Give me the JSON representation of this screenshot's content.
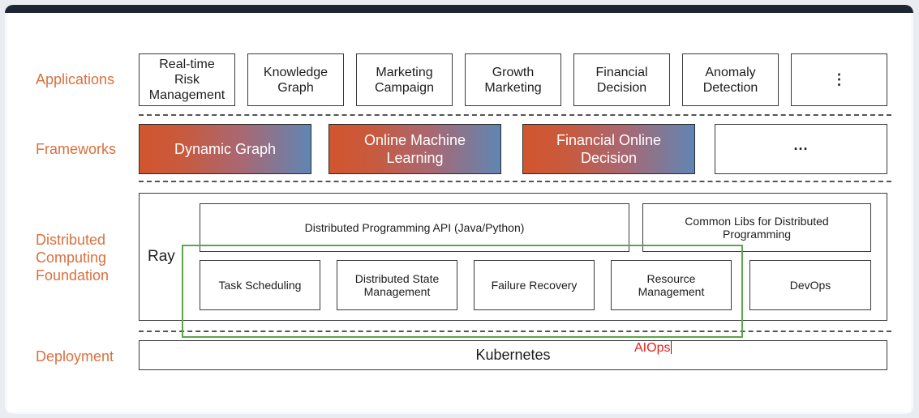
{
  "layers": {
    "applications": "Applications",
    "frameworks": "Frameworks",
    "foundation": "Distributed\nComputing\nFoundation",
    "deployment": "Deployment"
  },
  "applications": [
    "Real-time\nRisk\nManagement",
    "Knowledge\nGraph",
    "Marketing\nCampaign",
    "Growth\nMarketing",
    "Financial\nDecision",
    "Anomaly\nDetection",
    "⋮"
  ],
  "frameworks": [
    "Dynamic Graph",
    "Online Machine\nLearning",
    "Financial Online\nDecision",
    "···"
  ],
  "foundation": {
    "ray_label": "Ray",
    "api": "Distributed Programming API (Java/Python)",
    "common_libs": "Common Libs for Distributed\nProgramming",
    "modules": [
      "Task Scheduling",
      "Distributed State\nManagement",
      "Failure Recovery",
      "Resource\nManagement",
      "DevOps"
    ]
  },
  "deployment": {
    "kubernetes": "Kubernetes"
  },
  "annotation": {
    "aiops": "AIOps",
    "color": "#e0231c",
    "highlight_color": "#5aa64a"
  },
  "colors": {
    "label": "#d9703e",
    "gradient_start": "#d2552e",
    "gradient_end": "#5f86b3"
  }
}
